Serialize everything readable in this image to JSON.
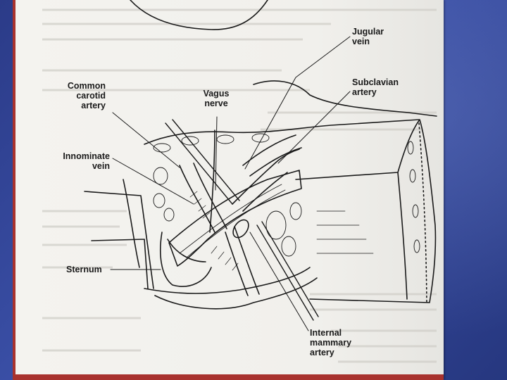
{
  "labels": {
    "jugular_vein": "Jugular\nvein",
    "subclavian_artery": "Subclavian\nartery",
    "common_carotid_artery": "Common\ncarotid\nartery",
    "vagus_nerve": "Vagus\nnerve",
    "innominate_vein": "Innominate\nvein",
    "sternum": "Sternum",
    "internal_mammary_artery": "Internal\nmammary\nartery"
  },
  "colors": {
    "background": "#2d3f8c",
    "plate": "#f2f1ed",
    "accent_red": "#a8322e",
    "ink": "#1a1a1a"
  }
}
